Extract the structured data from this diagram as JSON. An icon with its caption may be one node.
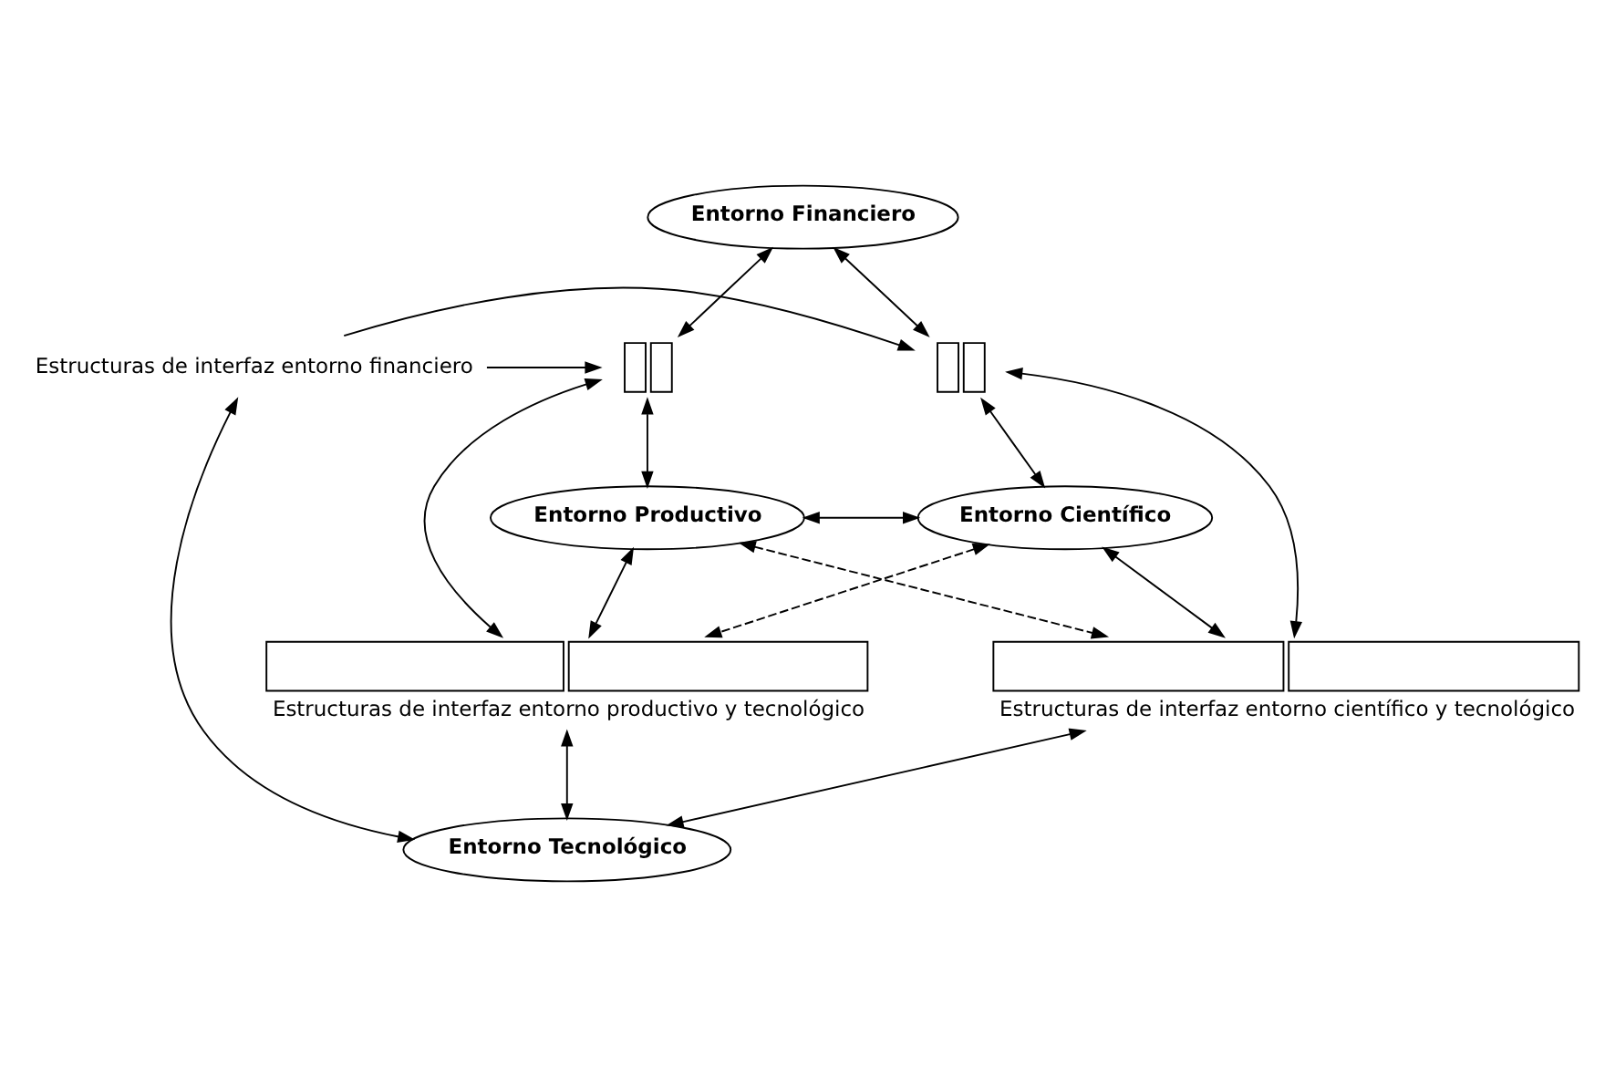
{
  "diagram": {
    "nodes": [
      {
        "text": [
          "Entorno Financiero"
        ]
      },
      {
        "text": [],
        "shape": "box"
      },
      {
        "text": [
          "Estructuras de interfaz entorno financiero"
        ]
      },
      {
        "text": [],
        "shape": "box"
      },
      {
        "text": [
          "Entorno Productivo"
        ]
      },
      {
        "text": [
          "Entorno Científico"
        ]
      },
      {
        "text": [],
        "shape": "box",
        "beside": [
          "Estructuras de interfaz entorno productivo y tecnológico"
        ]
      },
      {
        "text": [],
        "shape": "box",
        "beside": [
          "Estructuras de interfaz entorno científico y tecnológico"
        ]
      },
      {
        "text": [
          "Entorno Tecnológico"
        ]
      }
    ],
    "edges": [
      {
        "from": 0,
        "to": 1,
        "arrow": "both"
      },
      {
        "from": 0,
        "to": 3,
        "arrow": "both"
      },
      {
        "from": 2,
        "to": 1,
        "arrow": "to"
      },
      {
        "from": 2,
        "to": 3,
        "arrow": "to"
      },
      {
        "from": 1,
        "to": 4,
        "arrow": "both"
      },
      {
        "from": 3,
        "to": 5,
        "arrow": "both"
      },
      {
        "from": 1,
        "to": 6,
        "arrow": "both"
      },
      {
        "from": 2,
        "to": 8,
        "arrow": "both"
      },
      {
        "from": 3,
        "to": 7,
        "arrow": "both"
      },
      {
        "from": 4,
        "to": 5,
        "arrow": "both"
      },
      {
        "from": 4,
        "to": 6,
        "arrow": "both"
      },
      {
        "from": 5,
        "to": 7,
        "arrow": "both"
      },
      {
        "from": 4,
        "to": 7,
        "arrow": "both",
        "style": "dashed"
      },
      {
        "from": 5,
        "to": 6,
        "arrow": "both",
        "style": "dashed"
      },
      {
        "from": 6,
        "to": 8,
        "arrow": "both"
      },
      {
        "from": 7,
        "to": 8,
        "arrow": "both"
      }
    ]
  }
}
